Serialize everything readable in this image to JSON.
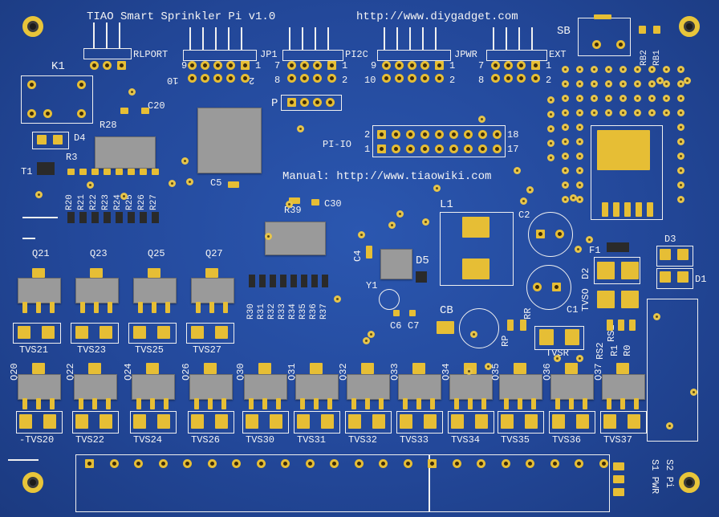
{
  "board": {
    "title": "TIAO Smart Sprinkler Pi v1.0",
    "url_top": "http://www.diygadget.com",
    "manual": "Manual: http://www.tiaowiki.com"
  },
  "labels": {
    "rlport": "RLPORT",
    "jp1": "JP1",
    "pi2c": "PI2C",
    "jpwr": "JPWR",
    "ext": "EXT",
    "sb": "SB",
    "rb2": "RB2",
    "rb1": "RB1",
    "k1": "K1",
    "p": "P",
    "pi_io": "PI-IO",
    "c20": "C20",
    "r28": "R28",
    "d4": "D4",
    "r3": "R3",
    "t1": "T1",
    "c5": "C5",
    "c30": "C30",
    "r39": "R39",
    "l1": "L1",
    "c2": "C2",
    "c4": "C4",
    "d5": "D5",
    "y1": "Y1",
    "c6": "C6",
    "c7": "C7",
    "cb": "CB",
    "c1": "C1",
    "d2": "D2",
    "tvso": "TVSO",
    "f1": "F1",
    "d3": "D3",
    "d1": "D1",
    "rp": "RP",
    "rr": "RR",
    "tvsr": "TVSR",
    "rs1": "RS1",
    "rs2": "RS2",
    "r1": "R1",
    "r0": "R0",
    "s2pi": "S2 Pi",
    "s1pwr": "S1 PWR"
  },
  "header_numbers": {
    "jp1_top": [
      "9",
      "1"
    ],
    "jp1_bottom": [
      "10",
      "2"
    ],
    "pi2c_top": [
      "7",
      "1"
    ],
    "pi2c_bottom": [
      "8",
      "2"
    ],
    "jpwr_top": [
      "9",
      "1"
    ],
    "jpwr_bottom": [
      "10",
      "2"
    ],
    "ext_top": [
      "7",
      "1"
    ],
    "ext_bottom": [
      "8",
      "2"
    ],
    "pi_io_left": [
      "2",
      "1"
    ],
    "pi_io_right": [
      "18",
      "17"
    ]
  },
  "resistor_groups": {
    "left": [
      "R20",
      "R21",
      "R22",
      "R23",
      "R24",
      "R25",
      "R26",
      "R27"
    ],
    "mid": [
      "R30",
      "R31",
      "R32",
      "R33",
      "R34",
      "R35",
      "R36",
      "R37"
    ]
  },
  "row1_transistors": [
    "Q21",
    "Q23",
    "Q25",
    "Q27"
  ],
  "row1_tvs": [
    "TVS21",
    "TVS23",
    "TVS25",
    "TVS27"
  ],
  "row2_transistors": [
    "Q20",
    "Q22",
    "Q24",
    "Q26",
    "Q30",
    "Q31",
    "Q32",
    "Q33",
    "Q34",
    "Q35",
    "Q36",
    "Q37"
  ],
  "row2_tvs": [
    "-TVS20",
    "TVS22",
    "TVS24",
    "TVS26",
    "TVS30",
    "TVS31",
    "TVS32",
    "TVS33",
    "TVS34",
    "TVS35",
    "TVS36",
    "TVS37"
  ],
  "colors": {
    "board": "#23489a",
    "copper": "#e6be35",
    "silk": "#f4f4f4",
    "chip": "#9a9a9a"
  }
}
